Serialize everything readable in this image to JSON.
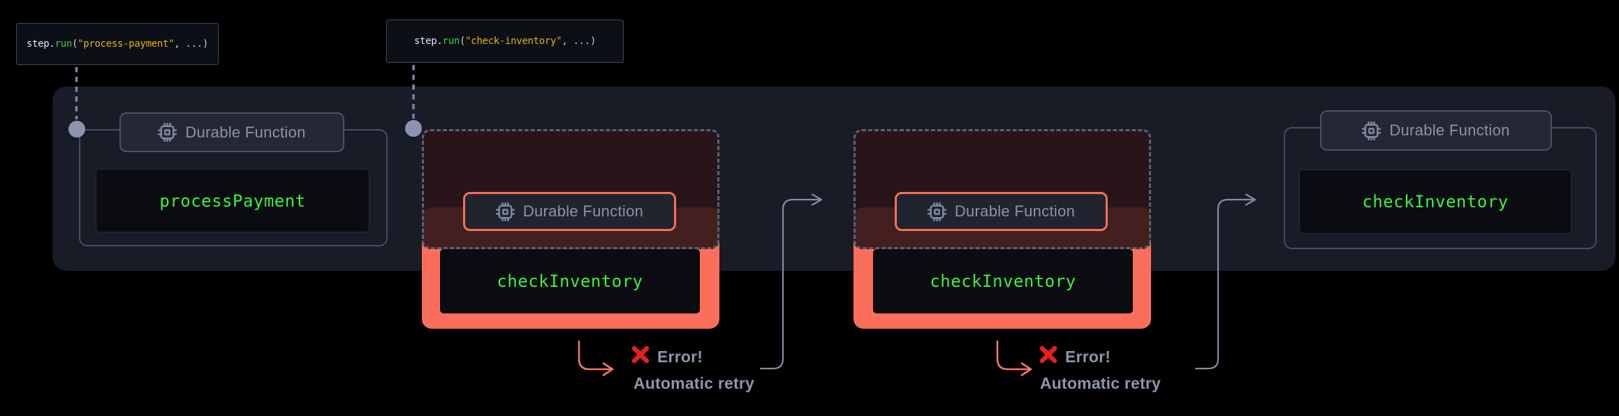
{
  "tooltips": [
    {
      "object": "step",
      "dot": ".",
      "method": "run",
      "paren_open": "(",
      "string": "\"process-payment\"",
      "rest": ", ...)"
    },
    {
      "object": "step",
      "dot": ".",
      "method": "run",
      "paren_open": "(",
      "string": "\"check-inventory\"",
      "rest": ", ...)"
    }
  ],
  "groups": [
    {
      "badge": "Durable Function",
      "function_name": "processPayment",
      "state": "success"
    },
    {
      "badge": "Durable Function",
      "function_name": "checkInventory",
      "state": "error"
    },
    {
      "badge": "Durable Function",
      "function_name": "checkInventory",
      "state": "error"
    },
    {
      "badge": "Durable Function",
      "function_name": "checkInventory",
      "state": "success"
    }
  ],
  "annotations": [
    {
      "error_label": "Error!",
      "retry_label": "Automatic retry"
    },
    {
      "error_label": "Error!",
      "retry_label": "Automatic retry"
    }
  ],
  "colors": {
    "background": "#000000",
    "band": "#181c27",
    "accent_error_red": "#fb6e5b",
    "error_x_red": "#e52020",
    "terminal_green": "#3bf23b",
    "code_method_green": "#3ecf3e",
    "code_string_yellow": "#e5b30d",
    "muted_label_text": "#8b93a8",
    "connector_gray": "#848da5",
    "dot_gray": "#8b95b0"
  }
}
